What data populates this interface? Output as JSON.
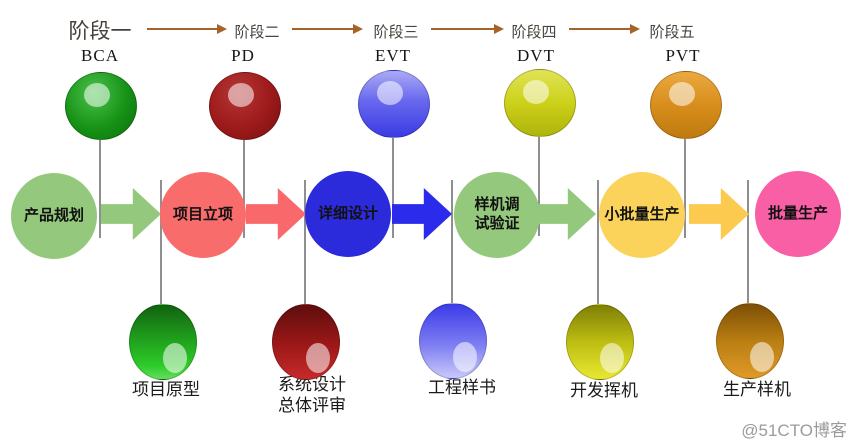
{
  "title_row": {
    "stages": [
      "阶段一",
      "阶段二",
      "阶段三",
      "阶段四",
      "阶段五"
    ]
  },
  "phases": {
    "codes": [
      "BCA",
      "PD",
      "EVT",
      "DVT",
      "PVT"
    ]
  },
  "process": {
    "steps": [
      "产品规划",
      "项目立项",
      "详细设计",
      "样机调\n试验证",
      "小批量生产",
      "批量生产"
    ]
  },
  "deliverables": {
    "labels": [
      "项目原型",
      "系统设计\n总体评审",
      "工程样书",
      "开发挥机",
      "生产样机"
    ]
  },
  "watermark": "@51CTO博客",
  "colors": {
    "stage_arrow_brown": "#a5632a",
    "step_green": "#94c87c",
    "step_red": "#f96c6c",
    "step_blue": "#2b2bdc",
    "step_yellow": "#fbd35a",
    "step_pink": "#f85fa5",
    "flow_arrow_yellow": "#fbca4e",
    "balloon_green": "#169216",
    "balloon_dark_red": "#9c1a1a",
    "balloon_blue": "#6868ef",
    "balloon_yellow_green": "#cdd119",
    "balloon_orange": "#d88e1c",
    "string_gray": "#8f8f8f",
    "watermark_gray": "#9b9b9b"
  }
}
